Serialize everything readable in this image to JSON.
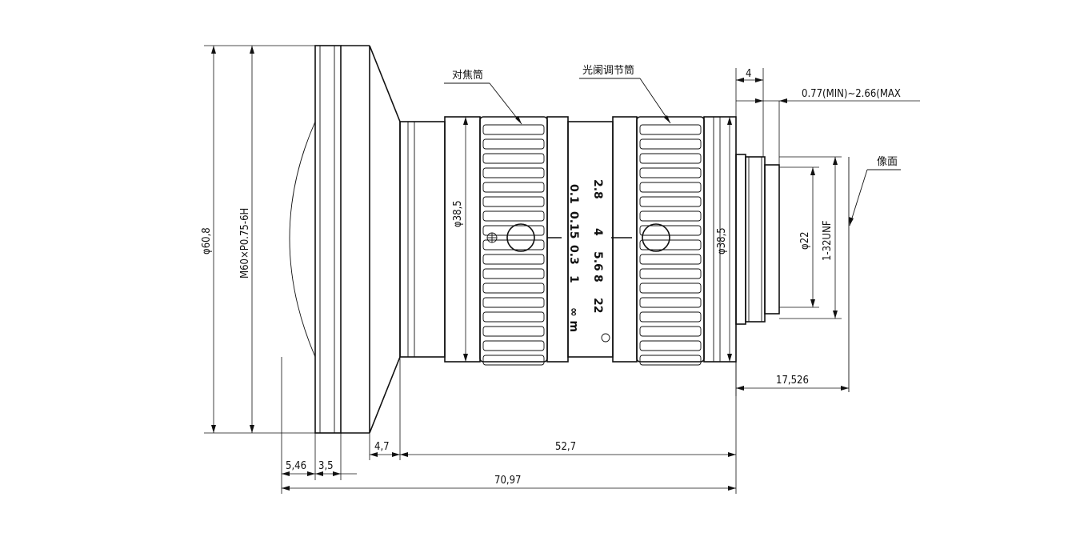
{
  "labels": {
    "focus_ring": "对焦筒",
    "iris_ring": "光阑调节筒",
    "image_plane": "像面"
  },
  "dimensions": {
    "front_diameter": "φ60,8",
    "front_thread": "M60×P0.75-6H",
    "barrel_diameter_focus": "φ38,5",
    "barrel_diameter_iris": "φ38,5",
    "mount_diameter": "φ22",
    "mount_thread": "1-32UNF",
    "flange_width": "4",
    "back_focus_adjust": "0.77(MIN)~2.66(MAX",
    "flange_back": "17,526",
    "front_len_1": "5,46",
    "front_len_2": "3,5",
    "cone_len": "4,7",
    "body_len": "52,7",
    "total_len": "70,97"
  },
  "focus_scale": [
    "0.1",
    "0.15",
    "0.3",
    "1",
    "∞ m"
  ],
  "f_stop_scale": [
    "2.8",
    "4",
    "5.6",
    "8",
    "22"
  ]
}
